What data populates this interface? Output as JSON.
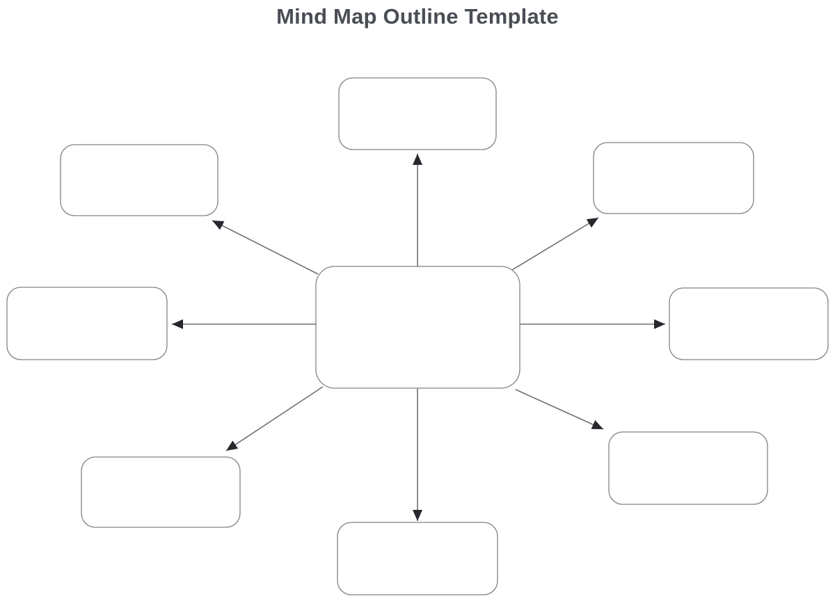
{
  "page": {
    "background_color": "#ffffff"
  },
  "header": {
    "title": "Mind Map Outline Template",
    "title_color": "#4a4e54"
  },
  "diagram": {
    "type": "mind-map",
    "colors": {
      "node_fill": "#ffffff",
      "node_border": "#828282",
      "connector": "#6e6e6e",
      "arrowhead": "#26282d"
    },
    "nodes": [
      {
        "id": "center",
        "role": "central-topic",
        "label": ""
      },
      {
        "id": "top",
        "role": "branch",
        "label": ""
      },
      {
        "id": "top-left",
        "role": "branch",
        "label": ""
      },
      {
        "id": "top-right",
        "role": "branch",
        "label": ""
      },
      {
        "id": "left",
        "role": "branch",
        "label": ""
      },
      {
        "id": "right",
        "role": "branch",
        "label": ""
      },
      {
        "id": "bottom-left",
        "role": "branch",
        "label": ""
      },
      {
        "id": "bottom-right",
        "role": "branch",
        "label": ""
      },
      {
        "id": "bottom",
        "role": "branch",
        "label": ""
      }
    ],
    "connections": [
      {
        "from": "center",
        "to": "top",
        "arrow": "outward"
      },
      {
        "from": "center",
        "to": "top-left",
        "arrow": "outward"
      },
      {
        "from": "center",
        "to": "top-right",
        "arrow": "outward"
      },
      {
        "from": "center",
        "to": "left",
        "arrow": "outward"
      },
      {
        "from": "center",
        "to": "right",
        "arrow": "outward"
      },
      {
        "from": "center",
        "to": "bottom-left",
        "arrow": "outward"
      },
      {
        "from": "center",
        "to": "bottom-right",
        "arrow": "outward"
      },
      {
        "from": "center",
        "to": "bottom",
        "arrow": "outward"
      }
    ]
  }
}
